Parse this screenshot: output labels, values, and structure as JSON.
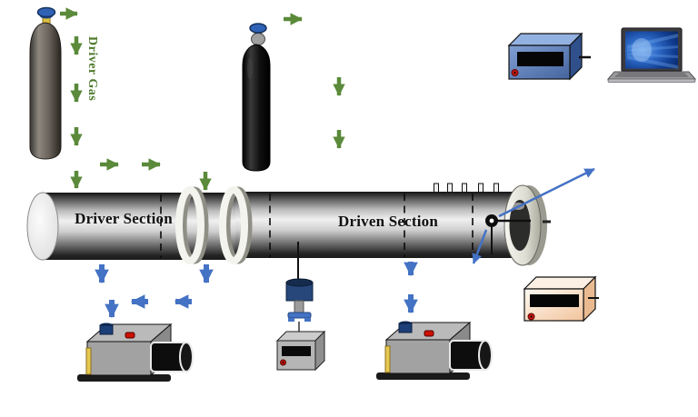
{
  "diagram": {
    "labels": {
      "driver_gas": "Driver Gas",
      "driver_section": "Driver Section",
      "driven_section": "Driven Section"
    },
    "colors": {
      "gas_flow_arrow": "#5a8a3a",
      "vacuum_flow_arrow": "#4472c4",
      "signal_arrow": "#4472c4",
      "driver_gas_label_color": "#4e7a2c",
      "section_label_color": "#111111",
      "oscilloscope_body": "#5c7fbe",
      "amplifier_body": "#f5cda6",
      "pump_body": "#a2a2a2"
    }
  }
}
